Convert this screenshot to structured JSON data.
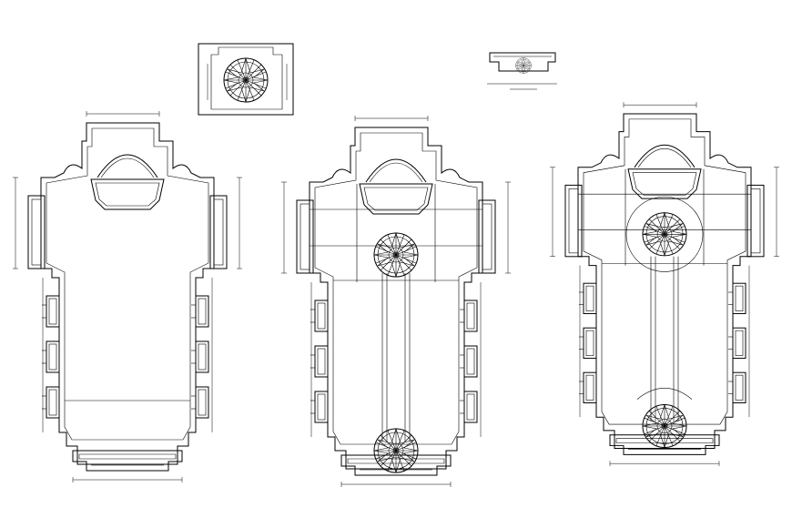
{
  "drawing": {
    "line_color": "#000000",
    "background": "#ffffff"
  },
  "plans": [
    {
      "name": "plan-left",
      "shows_rosette": false,
      "shows_beams": false
    },
    {
      "name": "plan-middle",
      "shows_rosette": true,
      "shows_beams": true
    },
    {
      "name": "plan-right",
      "shows_rosette": true,
      "shows_beams": true
    }
  ],
  "details": [
    {
      "name": "rosette-detail",
      "type": "rosette-box"
    },
    {
      "name": "entrance-detail",
      "type": "entrance-strip"
    }
  ]
}
